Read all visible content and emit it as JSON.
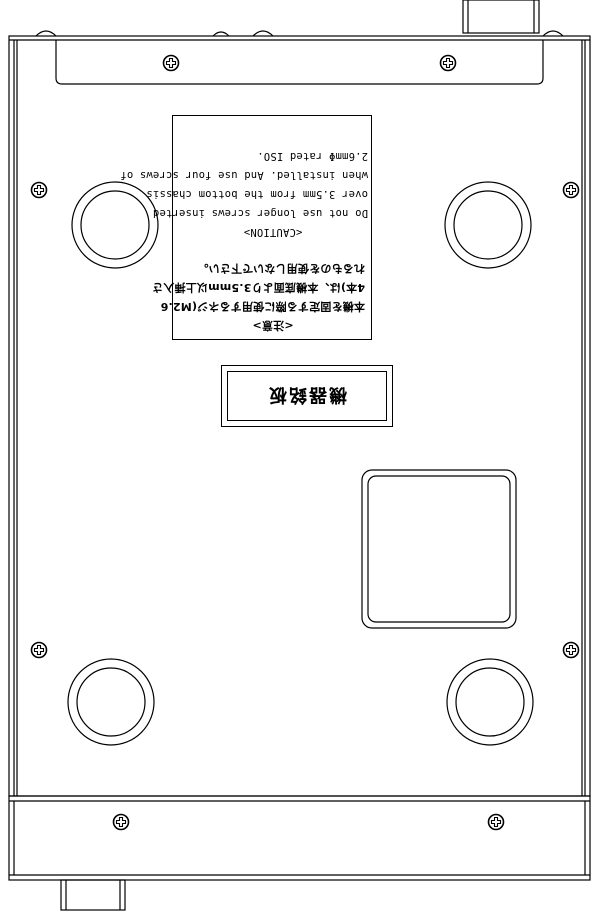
{
  "caution_label": {
    "heading_jp": "<注意>",
    "lines_jp": [
      "本機を固定する際に使用するネジ(M2.6",
      "4本)は、本機底面より3.5mm以上挿入さ",
      "れるものを使用しないで下さい。"
    ],
    "heading_en": "<CAUTION>",
    "lines_en": [
      "Do not use longer screws inserted",
      "over 3.5mm from the bottom chassis",
      "when installed. And use four screws of",
      "2.6mmΦ rated ISO."
    ]
  },
  "name_plate": {
    "text": "機器銘板"
  }
}
